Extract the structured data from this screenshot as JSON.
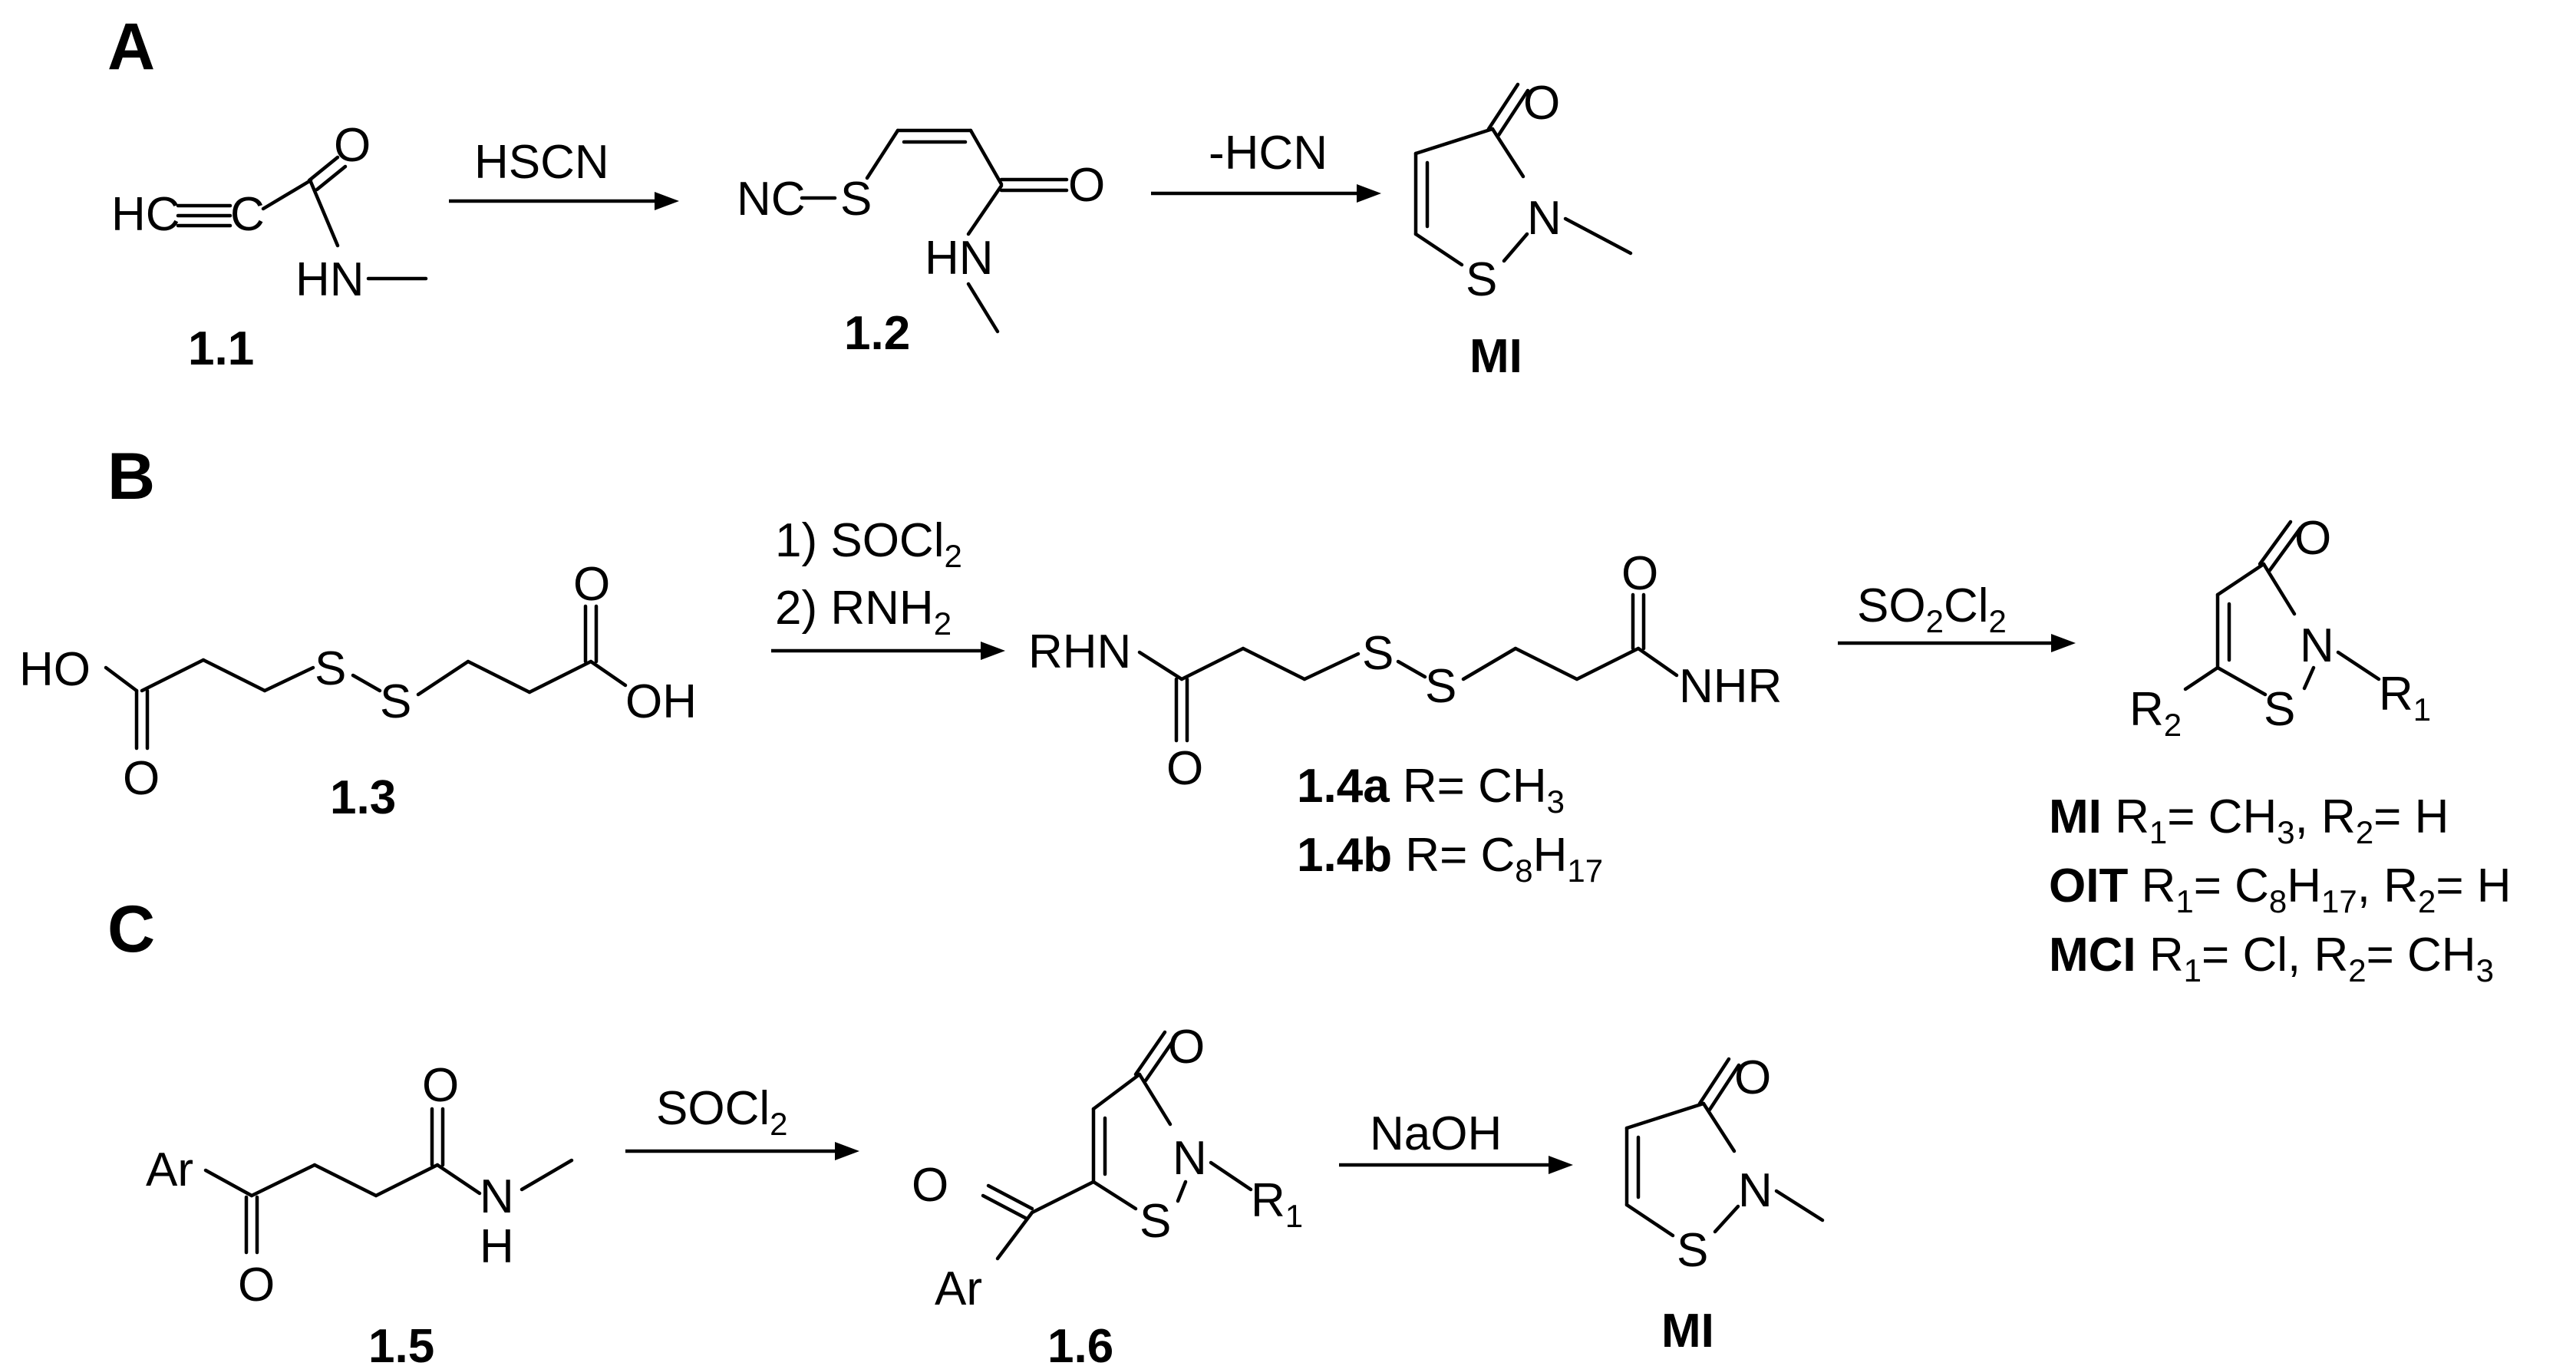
{
  "panels": {
    "a": "A",
    "b": "B",
    "c": "C"
  },
  "atoms": {
    "hc": "HC",
    "c": "C",
    "o": "O",
    "hn": "HN",
    "nc": "NC",
    "s": "S",
    "n": "N",
    "ho": "HO",
    "oh": "OH",
    "rhn": "RHN",
    "nhr": "NHR",
    "ar": "Ar",
    "h": "H",
    "r": "R",
    "sub1": "1",
    "sub2": "2"
  },
  "reagents": {
    "hscn": "HSCN",
    "minus_hcn": "-HCN",
    "step1_prefix": "1) SOCl",
    "step1_sub": "2",
    "step2_prefix": "2) RNH",
    "step2_sub": "2",
    "so2cl2_a": "SO",
    "so2cl2_sub1": "2",
    "so2cl2_b": "Cl",
    "so2cl2_sub2": "2",
    "socl2_a": "SOCl",
    "socl2_sub": "2",
    "naoh": "NaOH"
  },
  "compounds": {
    "c11": "1.1",
    "c12": "1.2",
    "mi": "MI",
    "c13": "1.3",
    "c14a": "1.4a",
    "c14b": "1.4b",
    "c15": "1.5",
    "c16": "1.6",
    "oit": "OIT",
    "mci": "MCI"
  },
  "definitions": {
    "c14a_r": " R= CH",
    "c14a_sub": "3",
    "c14b_r": " R= C",
    "c14b_sub1": "8",
    "c14b_mid": "H",
    "c14b_sub2": "17",
    "mi_text1": " R",
    "mi_sub1": "1",
    "mi_text2": "= CH",
    "mi_sub2": "3",
    "mi_text3": ", R",
    "mi_sub3": "2",
    "mi_text4": "= H",
    "oit_text1": " R",
    "oit_sub1": "1",
    "oit_text2": "= C",
    "oit_sub2": "8",
    "oit_text3": "H",
    "oit_sub3": "17",
    "oit_text4": ", R",
    "oit_sub4": "2",
    "oit_text5": "= H",
    "mci_text1": " R",
    "mci_sub1": "1",
    "mci_text2": "= Cl, R",
    "mci_sub2": "2",
    "mci_text3": "= CH",
    "mci_sub3": "3"
  }
}
